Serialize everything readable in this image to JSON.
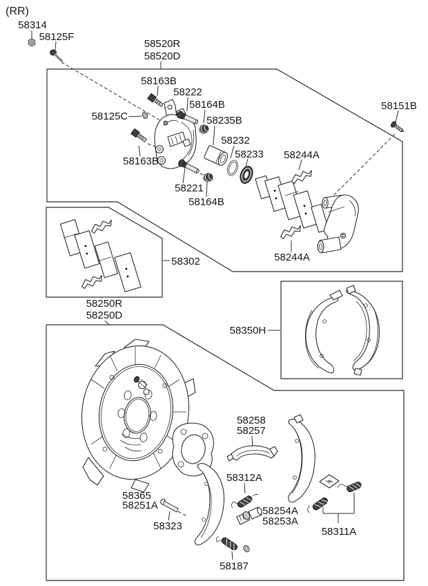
{
  "diagram": {
    "tag": "(RR)",
    "colors": {
      "line": "#2b2b2b",
      "background": "#ffffff",
      "metal_dark": "#3f3f3f",
      "metal_light": "#e9e9e9"
    },
    "labels": {
      "nut_58314": "58314",
      "bolt_58125f": "58125F",
      "caliper_58520r": "58520R",
      "caliper_58520d": "58520D",
      "bolt_58163b_top": "58163B",
      "rod_58222": "58222",
      "bush_58164b_top": "58164B",
      "piston_58235b": "58235B",
      "seal_58232": "58232",
      "boot_58233": "58233",
      "shim_58244a_top": "58244A",
      "screw_58151b": "58151B",
      "washer_58125c": "58125C",
      "bolt_58163b_bottom": "58163B",
      "rod_58221": "58221",
      "bush_58164b_bottom": "58164B",
      "shim_58244a_bottom": "58244A",
      "padkit_58302": "58302",
      "pads_58250r": "58250R",
      "pads_58250d": "58250D",
      "shoekit_58350h": "58350H",
      "strut_58258": "58258",
      "strut_58257": "58257",
      "spring_58312a": "58312A",
      "plate_58365": "58365",
      "plate_58251a": "58251A",
      "pin_58323": "58323",
      "adjuster_58254a": "58254A",
      "adjuster_58253a": "58253A",
      "spring_58311a": "58311A",
      "spring_58187": "58187"
    }
  }
}
